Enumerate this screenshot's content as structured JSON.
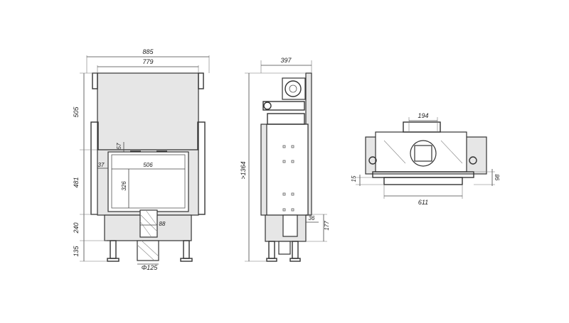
{
  "views": {
    "front": {
      "dims": {
        "overall_width": "885",
        "inner_width": "779",
        "top_height": "505",
        "door_height": "481",
        "base_height": "240",
        "leg_height": "135",
        "glass_top": "57",
        "glass_left": "37",
        "glass_width": "506",
        "glass_height": "326",
        "duct_width": "88",
        "flue_diameter": "Φ125"
      }
    },
    "side": {
      "dims": {
        "depth": "397",
        "total_height": ">1364",
        "base_offset": "36",
        "base_height": "177"
      }
    },
    "top": {
      "dims": {
        "flue_width": "194",
        "front_width": "611",
        "lip_height": "15",
        "depth": "98"
      }
    }
  }
}
